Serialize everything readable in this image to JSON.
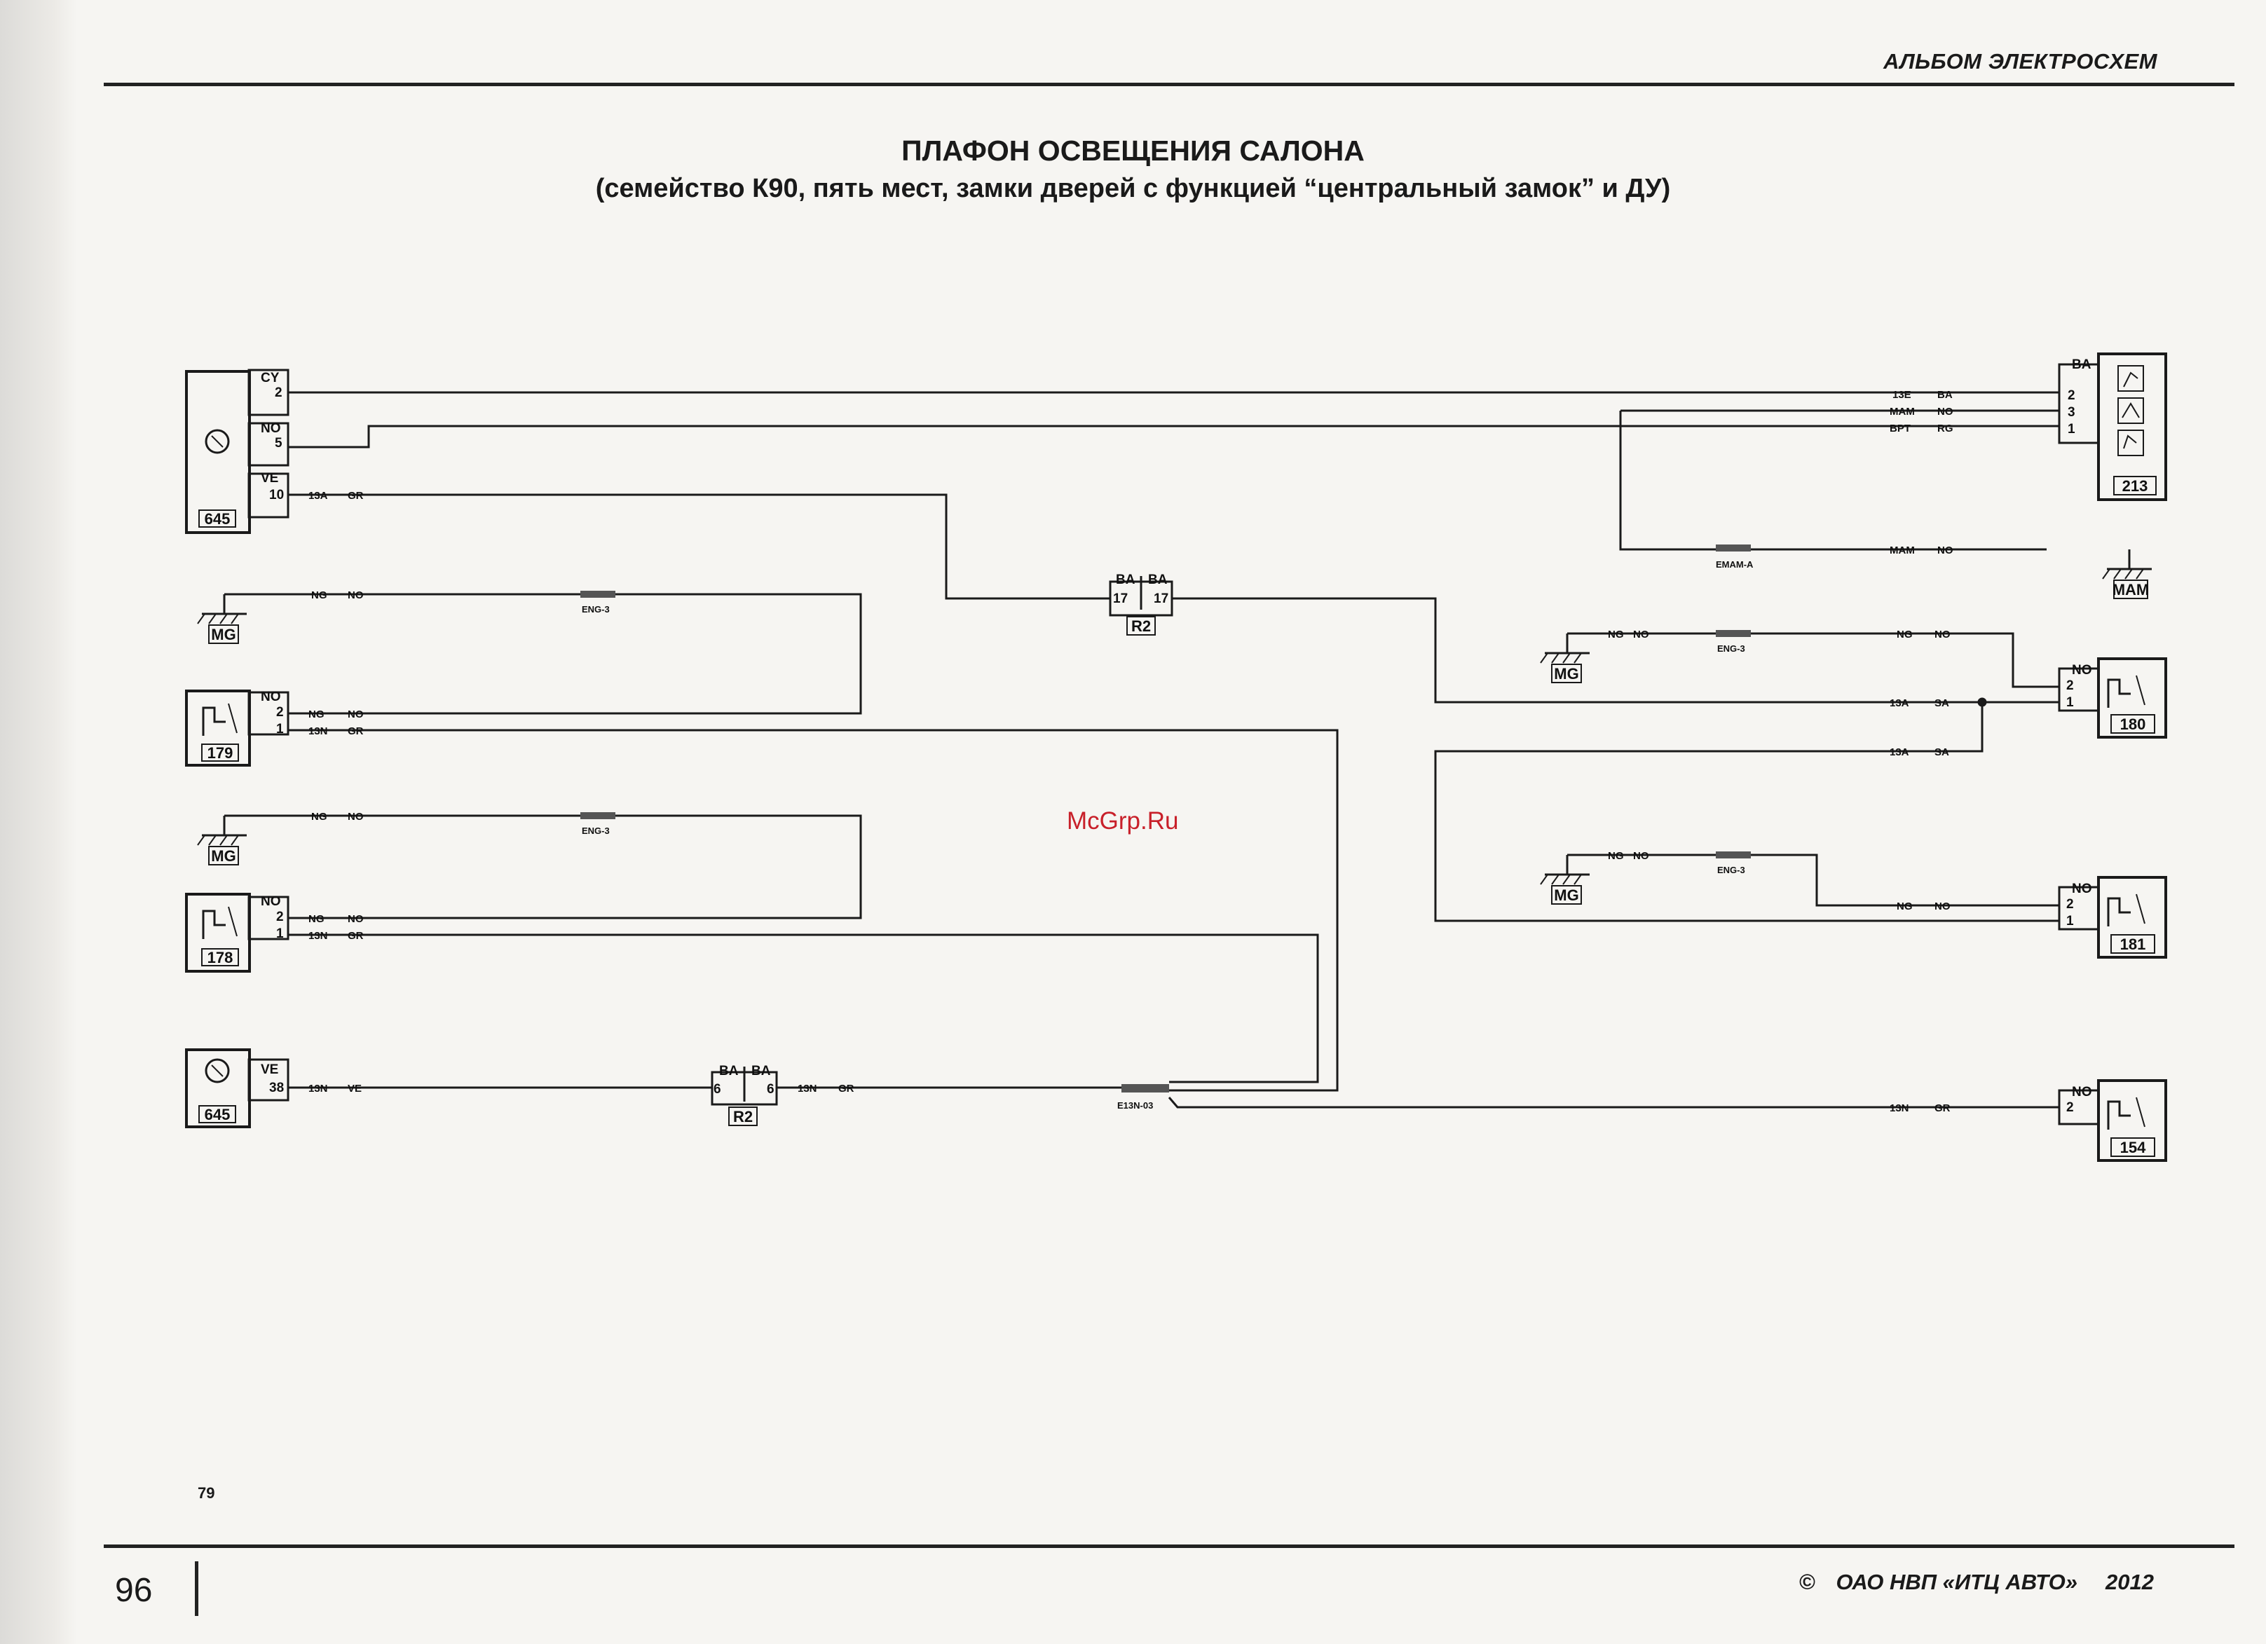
{
  "header": {
    "album_title": "АЛЬБОМ ЭЛЕКТРОСХЕМ",
    "title": "ПЛАФОН ОСВЕЩЕНИЯ САЛОНА",
    "subtitle": "(семейство К90, пять мест, замки дверей с функцией “центральный замок” и ДУ)"
  },
  "watermark": "McGrp.Ru",
  "footer": {
    "page_number": "96",
    "footnote": "79",
    "copyright_symbol": "©",
    "publisher": "ОАО НВП «ИТЦ АВТО»",
    "year": "2012"
  },
  "components": {
    "c645_top": "645",
    "c179": "179",
    "c178": "178",
    "c645_bottom": "645",
    "c213": "213",
    "c180": "180",
    "c181": "181",
    "c154": "154",
    "relay_r2_a": "R2",
    "relay_r2_b": "R2"
  },
  "grounds": {
    "mg1": "MG",
    "mg2": "MG",
    "mg3": "MG",
    "mg4": "MG",
    "mam": "MAM"
  },
  "pins": {
    "c645_top": [
      "CY",
      "2",
      "NO",
      "5",
      "VE",
      "10"
    ],
    "c179": [
      "NO",
      "2",
      "1"
    ],
    "c178": [
      "NO",
      "2",
      "1"
    ],
    "c645_bottom": [
      "VE",
      "38"
    ],
    "c213": [
      "BA",
      "2",
      "3",
      "1"
    ],
    "c180": [
      "NO",
      "2",
      "1"
    ],
    "c181": [
      "NO",
      "2",
      "1"
    ],
    "c154": [
      "NO",
      "2"
    ],
    "relay_r2_a": [
      "BA",
      "17",
      "BA",
      "17"
    ],
    "relay_r2_b": [
      "BA",
      "6",
      "BA",
      "6"
    ]
  },
  "wire_labels": {
    "w1": "13A",
    "w2": "GR",
    "w3": "NG",
    "w4": "NO",
    "w5": "NG",
    "w6": "NO",
    "w7": "13N",
    "w8": "GR",
    "w9": "NG",
    "w10": "NO",
    "w11": "NG",
    "w12": "NO",
    "w13": "13N",
    "w14": "GR",
    "w15": "13N",
    "w16": "VE",
    "w17": "13N",
    "w18": "GR",
    "w19": "13E",
    "w20": "BA",
    "w21": "MAM",
    "w22": "NO",
    "w23": "BPT",
    "w24": "RG",
    "w25": "MAM",
    "w26": "NO",
    "w27": "NG",
    "w28": "NO",
    "w29": "NG",
    "w30": "NO",
    "w31": "13A",
    "w32": "SA",
    "w33": "13A",
    "w34": "SA",
    "w35": "NG",
    "w36": "NO",
    "w37": "NG",
    "w38": "NO",
    "w39": "13N",
    "w40": "GR"
  },
  "splices": {
    "s1": "ENG-3",
    "s2": "ENG-3",
    "s3": "E13N-03",
    "s4": "EMAM-A",
    "s5": "ENG-3",
    "s6": "ENG-3"
  }
}
